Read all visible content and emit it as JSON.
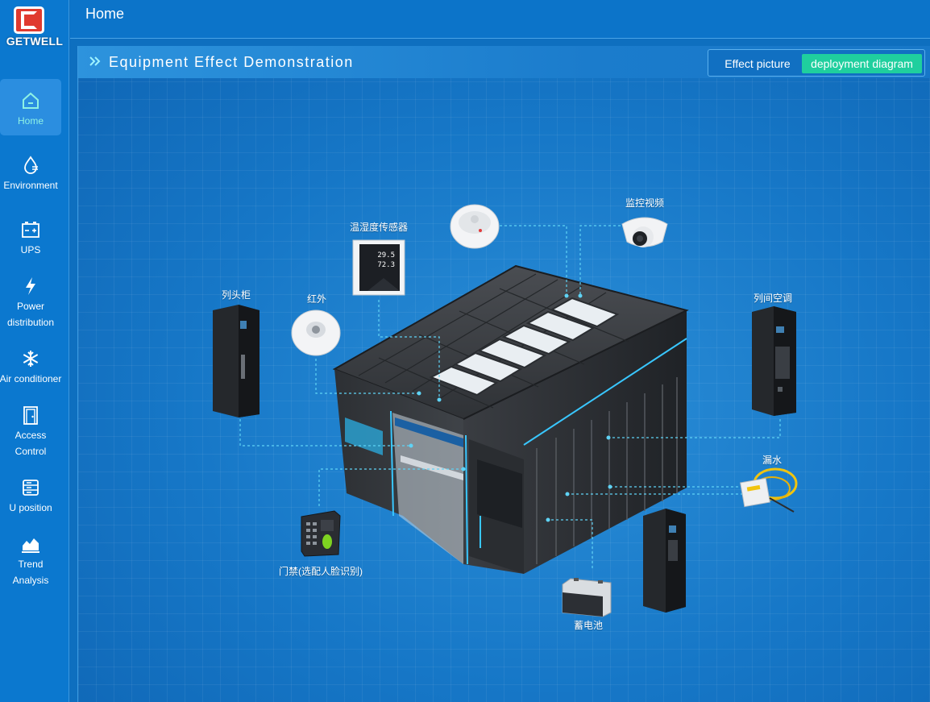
{
  "brand": {
    "name": "GETWELL"
  },
  "header": {
    "title": "Home"
  },
  "sidebar": {
    "items": [
      {
        "label": "Home",
        "icon": "home-icon"
      },
      {
        "label": "Environment",
        "icon": "droplet-icon"
      },
      {
        "label": "UPS",
        "icon": "battery-icon"
      },
      {
        "label": "Power distribution",
        "icon": "lightning-icon"
      },
      {
        "label": "Air conditioner",
        "icon": "snowflake-icon"
      },
      {
        "label": "Access Control",
        "icon": "door-icon"
      },
      {
        "label": "U position",
        "icon": "server-rack-icon"
      },
      {
        "label": "Trend Analysis",
        "icon": "area-chart-icon"
      }
    ]
  },
  "panel": {
    "title": "Equipment Effect Demonstration",
    "toggle": {
      "effect_picture": "Effect picture",
      "deployment_diagram": "deployment diagram",
      "selected": "deployment diagram"
    }
  },
  "devices": {
    "temp_humidity_sensor": {
      "label": "温湿度传感器",
      "reading_temp": "29.5",
      "reading_hum": "72.3"
    },
    "smoke_detector": {
      "label": ""
    },
    "camera": {
      "label": "监控视频"
    },
    "column_head_cabinet": {
      "label": "列头柜"
    },
    "infrared": {
      "label": "红外"
    },
    "inrow_ac": {
      "label": "列间空调"
    },
    "water_leak": {
      "label": "漏水"
    },
    "access_control": {
      "label": "门禁(选配人脸识别)"
    },
    "battery": {
      "label": "蓄电池"
    }
  },
  "colors": {
    "accent": "#1fcf9e",
    "active_nav_text": "#8ef2e4",
    "connector": "#5fd3f5"
  }
}
